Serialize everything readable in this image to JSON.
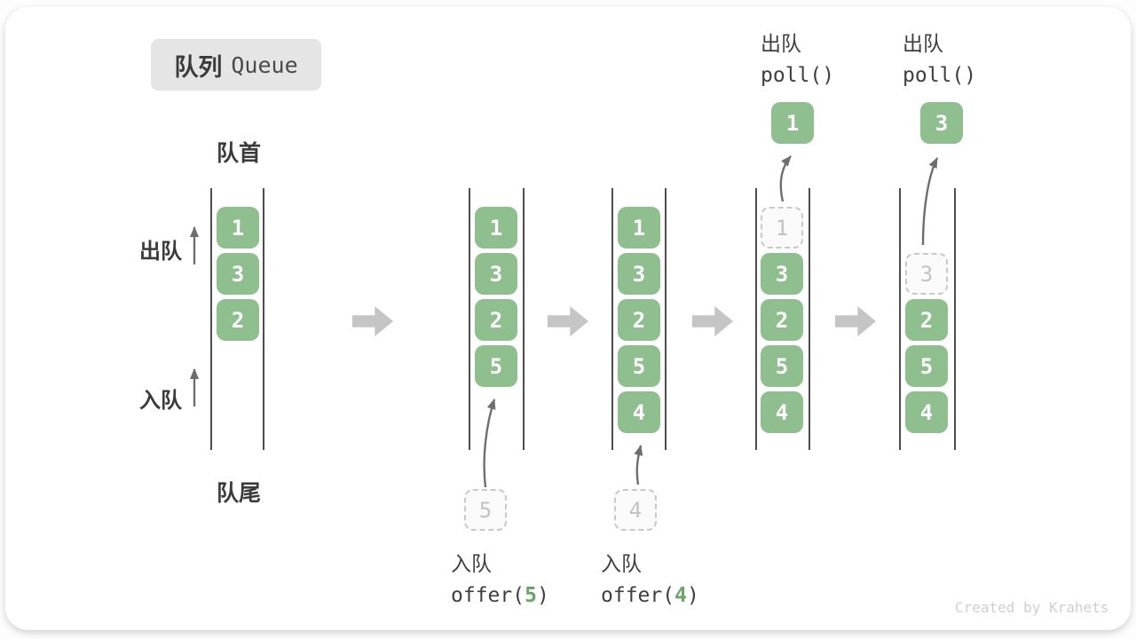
{
  "title": {
    "zh": "队列",
    "en": "Queue"
  },
  "labels": {
    "front": "队首",
    "rear": "队尾",
    "dequeue": "出队",
    "enqueue": "入队"
  },
  "columns": [
    {
      "slots": [
        {
          "value": "1"
        },
        {
          "value": "3"
        },
        {
          "value": "2"
        }
      ]
    },
    {
      "slots": [
        {
          "value": "1"
        },
        {
          "value": "3"
        },
        {
          "value": "2"
        },
        {
          "value": "5"
        }
      ],
      "staged": {
        "value": "5"
      }
    },
    {
      "slots": [
        {
          "value": "1"
        },
        {
          "value": "3"
        },
        {
          "value": "2"
        },
        {
          "value": "5"
        },
        {
          "value": "4"
        }
      ],
      "staged": {
        "value": "4"
      }
    },
    {
      "slots": [
        {
          "value": "1",
          "removed": true
        },
        {
          "value": "3"
        },
        {
          "value": "2"
        },
        {
          "value": "5"
        },
        {
          "value": "4"
        }
      ],
      "polled": {
        "value": "1"
      }
    },
    {
      "slots": [
        {
          "value": "3",
          "removed": true
        },
        {
          "value": "2"
        },
        {
          "value": "5"
        },
        {
          "value": "4"
        }
      ],
      "polled": {
        "value": "3"
      }
    }
  ],
  "dequeue_ops": [
    {
      "label": "出队",
      "code": "poll()"
    },
    {
      "label": "出队",
      "code": "poll()"
    }
  ],
  "enqueue_ops": [
    {
      "label": "入队",
      "code_open": "offer(",
      "arg": "5",
      "code_close": ")"
    },
    {
      "label": "入队",
      "code_open": "offer(",
      "arg": "4",
      "code_close": ")"
    }
  ],
  "watermark": "Created by Krahets",
  "colors": {
    "box_green": "#8fbf8f",
    "box_text": "#ffffff",
    "dashed_border": "#c9c9c9",
    "dashed_text": "#c2c2c2",
    "block_arrow_gray": "#c5c5c5",
    "thin_arrow_gray": "#6e6e6e",
    "text_dark": "#3b3b3b",
    "code_arg_green": "#69a569",
    "title_bg": "#e5e5e5"
  }
}
